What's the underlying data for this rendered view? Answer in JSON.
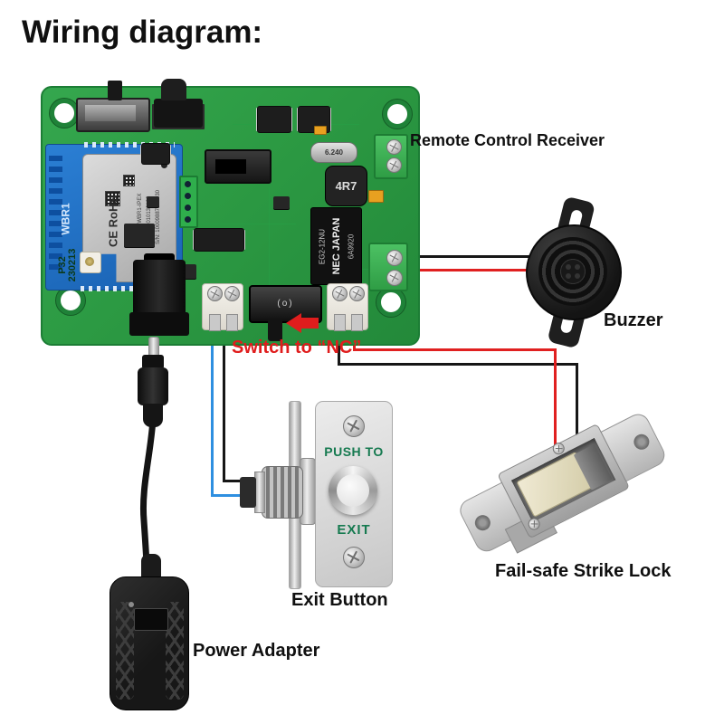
{
  "title": "Wiring diagram:",
  "labels": {
    "receiver": "Remote Control Receiver",
    "buzzer": "Buzzer",
    "switch_nc": "Switch to “NC”",
    "exit_button": "Exit Button",
    "strike_lock": "Fail-safe Strike Lock",
    "power_adapter": "Power Adapter"
  },
  "exit_plate": {
    "top": "PUSH TO",
    "bottom": "EXIT"
  },
  "pcb": {
    "module_name": "WBR1",
    "shield": {
      "cert": "CE RoHS",
      "model": "Model: WBR1-IPEX",
      "pn": "P/N: 2010130163",
      "sn": "S/N: 10009887100030"
    },
    "silkscreen_line1": "P32",
    "silkscreen_line2": "230213",
    "relay": {
      "brand": "NEC JAPAN",
      "model": "EG2-12NU",
      "code": "6A9920"
    },
    "crystal": "6.240",
    "inductor": "4R7",
    "switch_marking": "(o)"
  },
  "colors": {
    "pcb_green": "#2fa047",
    "wire_red": "#e02020",
    "wire_blue": "#2e8fe0",
    "wire_black": "#161616",
    "annotation_red": "#e01d1d",
    "plate_text_green": "#167a50"
  }
}
